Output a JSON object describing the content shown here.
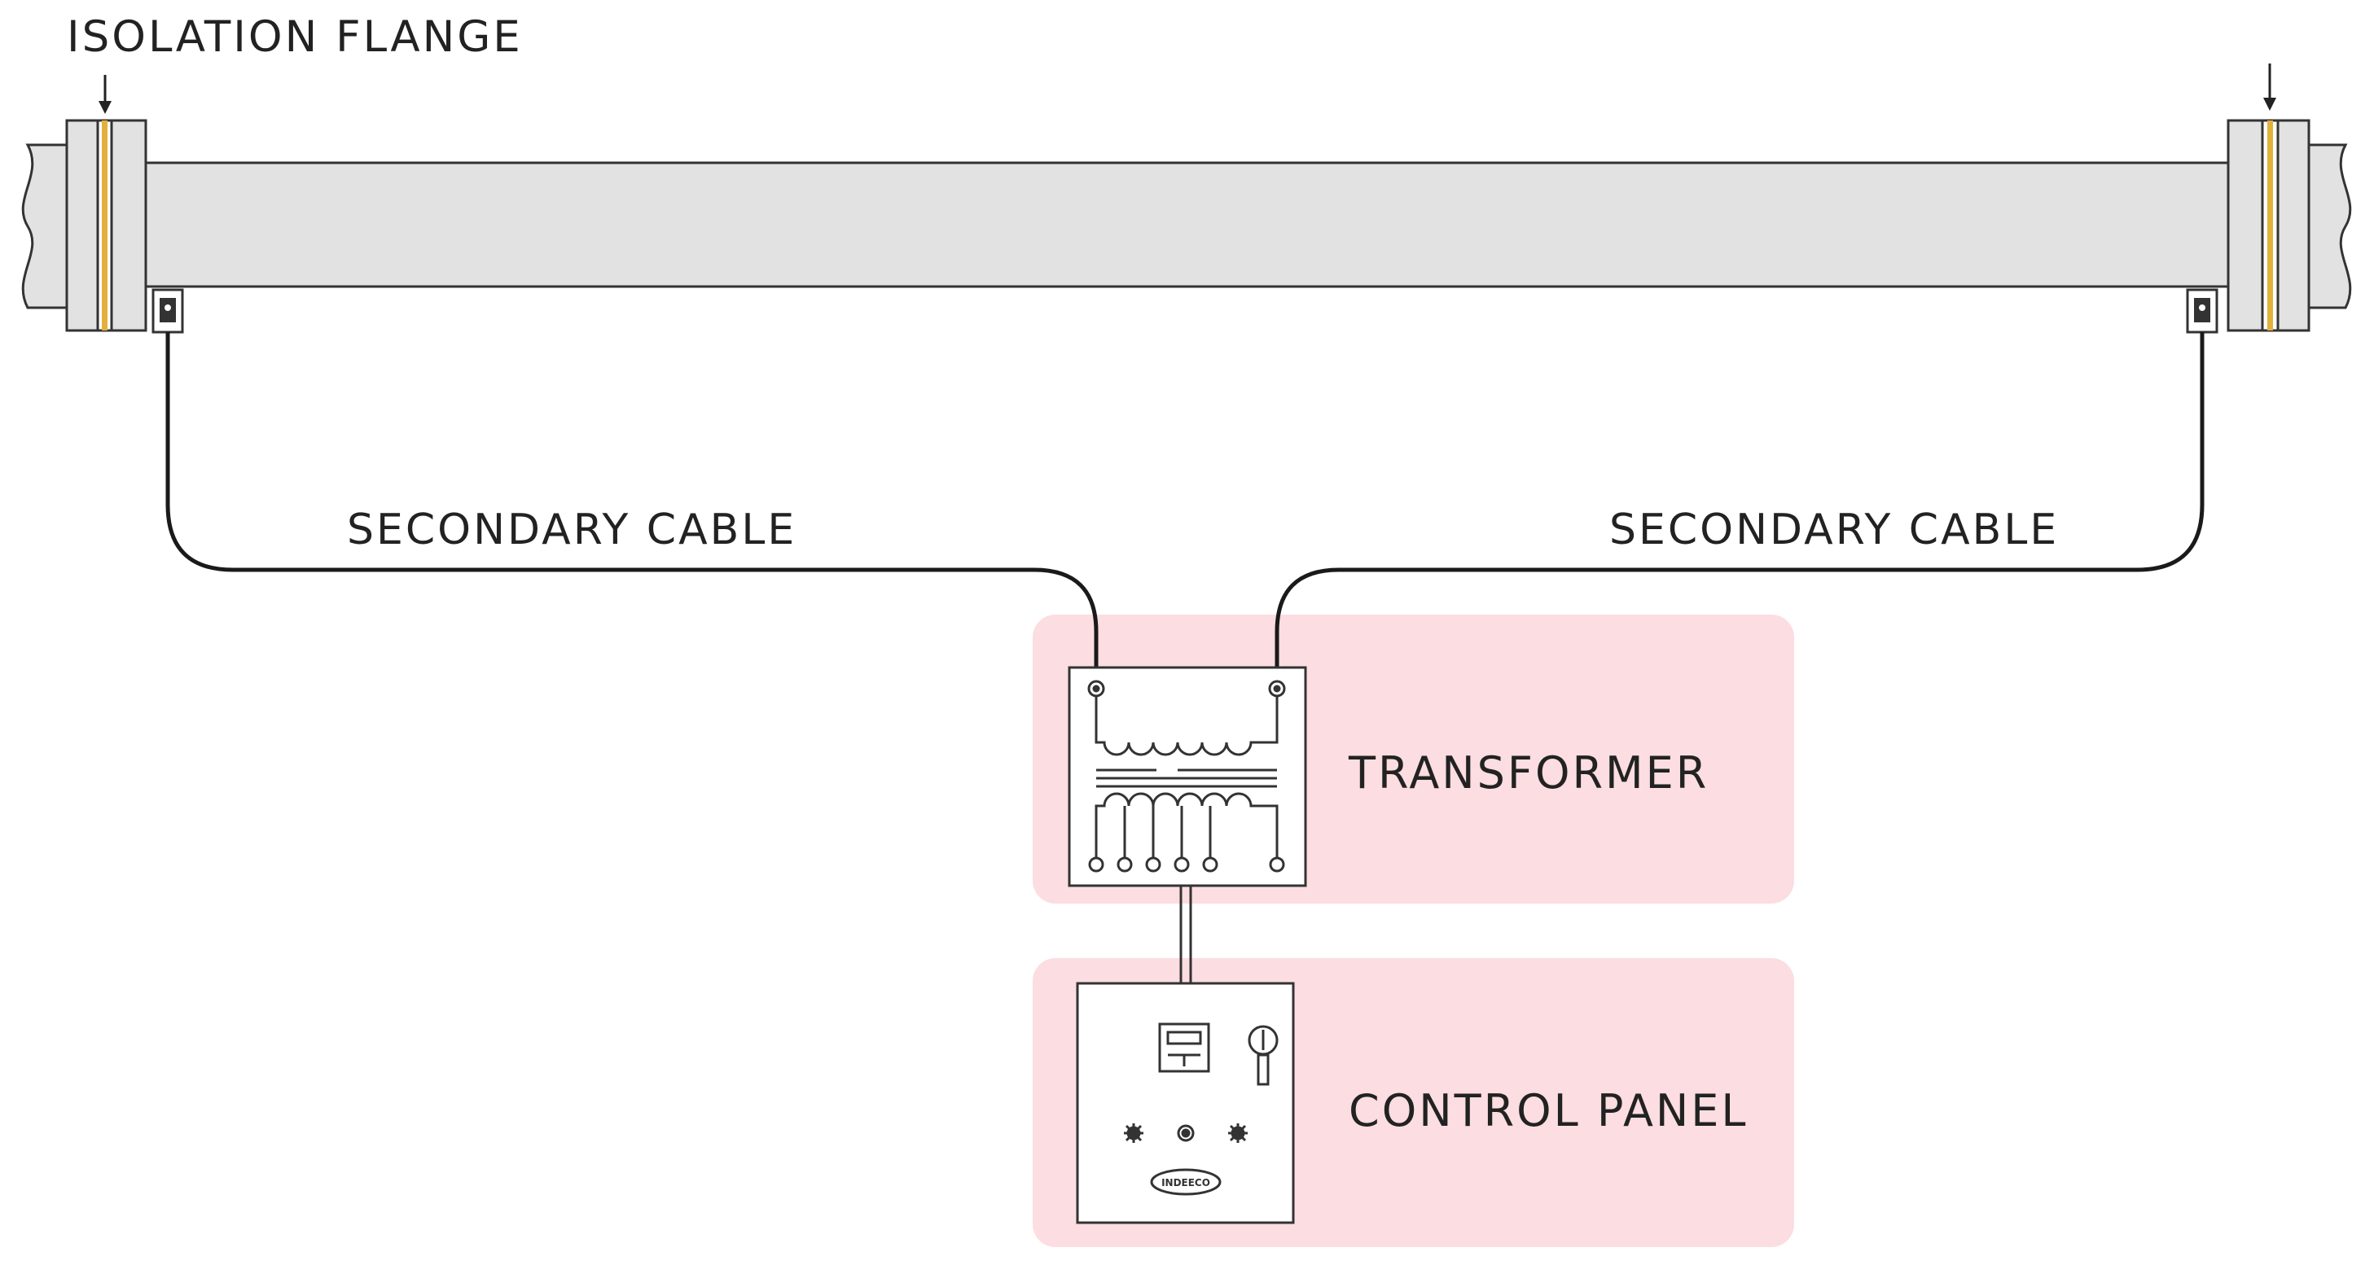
{
  "labels": {
    "isolation_flange": "ISOLATION FLANGE",
    "secondary_cable_left": "SECONDARY CABLE",
    "secondary_cable_right": "SECONDARY CABLE",
    "transformer": "TRANSFORMER",
    "control_panel": "CONTROL PANEL",
    "panel_logo": "INDEECO"
  },
  "colors": {
    "pipe_fill": "#e2e2e2",
    "outline": "#333333",
    "gasket": "#e2b13c",
    "highlight_box": "#fcdde1",
    "cable": "#1a1a1a"
  }
}
